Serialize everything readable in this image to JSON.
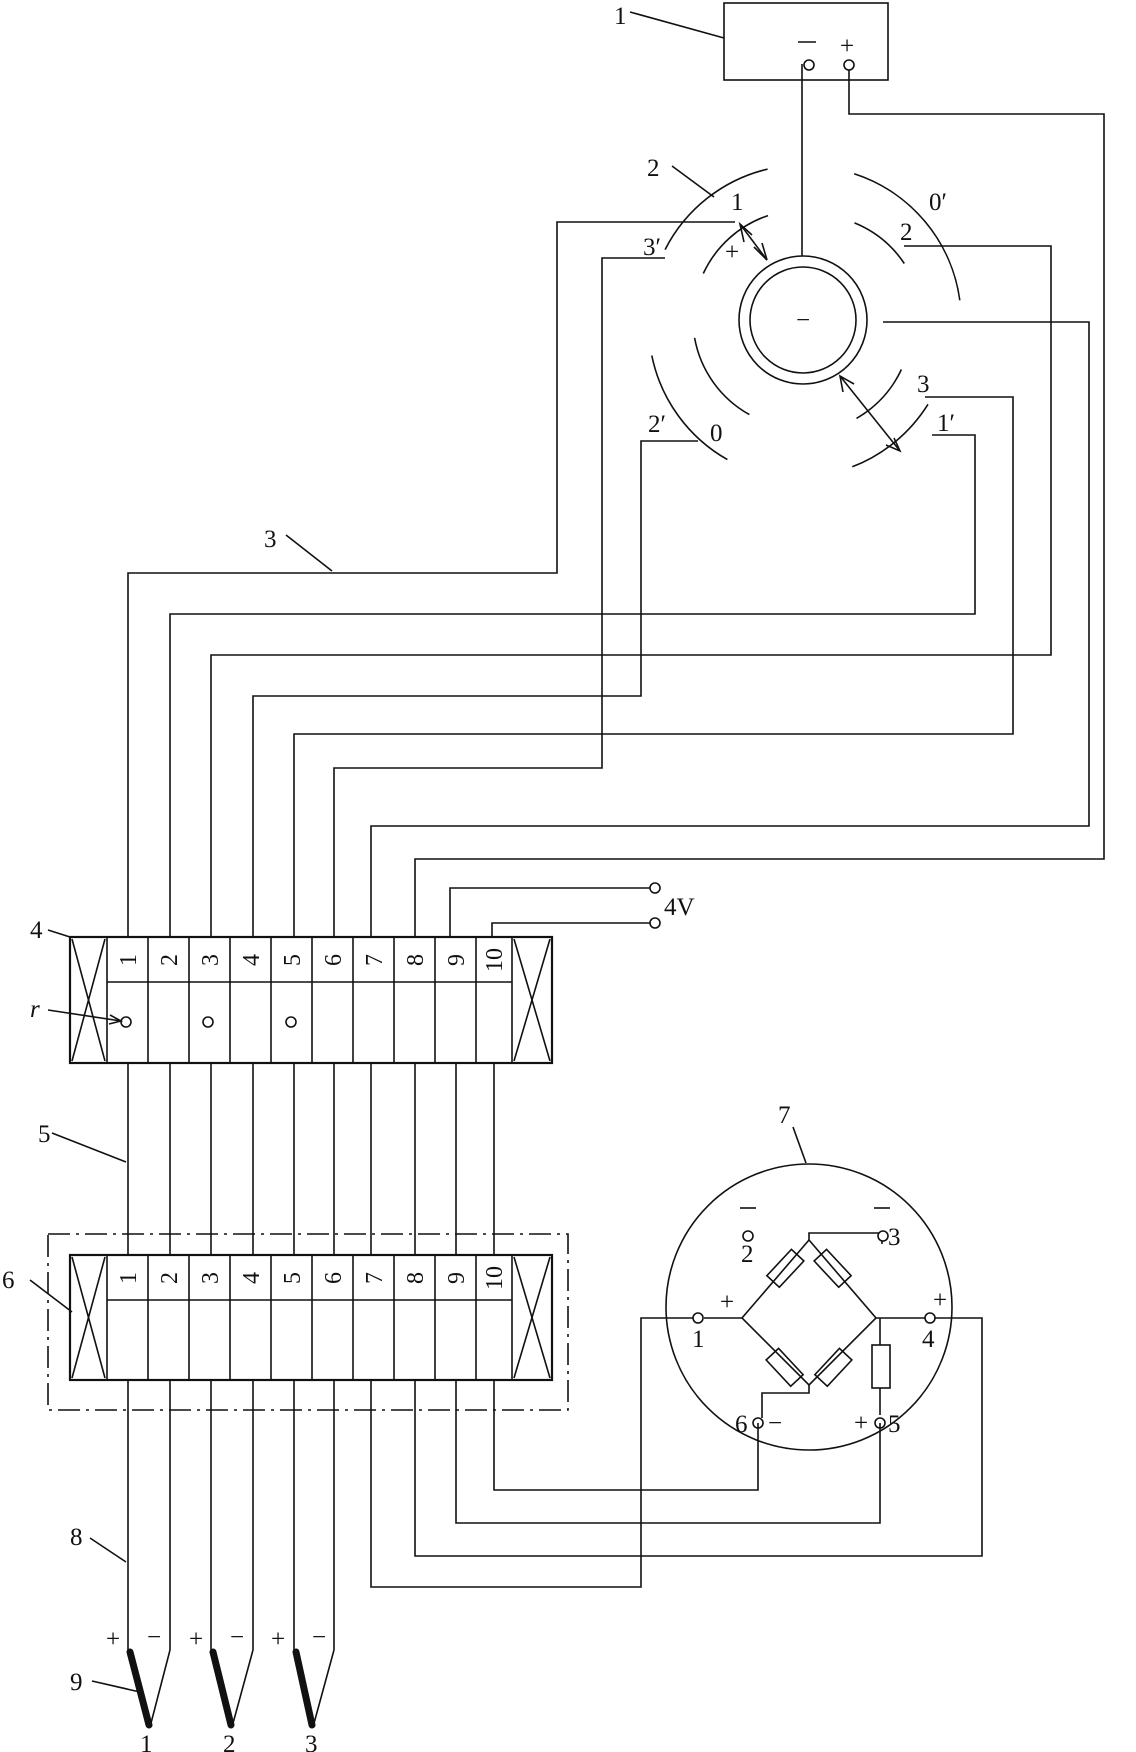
{
  "callouts": {
    "c1": "1",
    "c2": "2",
    "c3": "3",
    "c4": "4",
    "c5": "5",
    "c6": "6",
    "c7": "7",
    "c8": "8",
    "c9": "9",
    "r": "r"
  },
  "power_supply": {
    "minus": "−",
    "plus": "+"
  },
  "switch": {
    "hub_sign": "−",
    "contact_1": "1",
    "contact_2": "2",
    "contact_3": "3",
    "contact_0": "0",
    "contact_0p": "0′",
    "contact_1p": "1′",
    "contact_2p": "2′",
    "contact_3p": "3′",
    "plus_sign": "+"
  },
  "voltage_label": "4V",
  "terminal_block_top": [
    "1",
    "2",
    "3",
    "4",
    "5",
    "6",
    "7",
    "8",
    "9",
    "10"
  ],
  "terminal_block_bottom": [
    "1",
    "2",
    "3",
    "4",
    "5",
    "6",
    "7",
    "8",
    "9",
    "10"
  ],
  "bridge": {
    "t1": "1",
    "t2": "2",
    "t3": "3",
    "t4": "4",
    "t5": "5",
    "t6": "6",
    "p1": "+",
    "p4": "+",
    "p5": "+",
    "m6": "−"
  },
  "thermocouples": [
    {
      "plus": "+",
      "minus": "−",
      "label": "1"
    },
    {
      "plus": "+",
      "minus": "−",
      "label": "2"
    },
    {
      "plus": "+",
      "minus": "−",
      "label": "3"
    }
  ]
}
